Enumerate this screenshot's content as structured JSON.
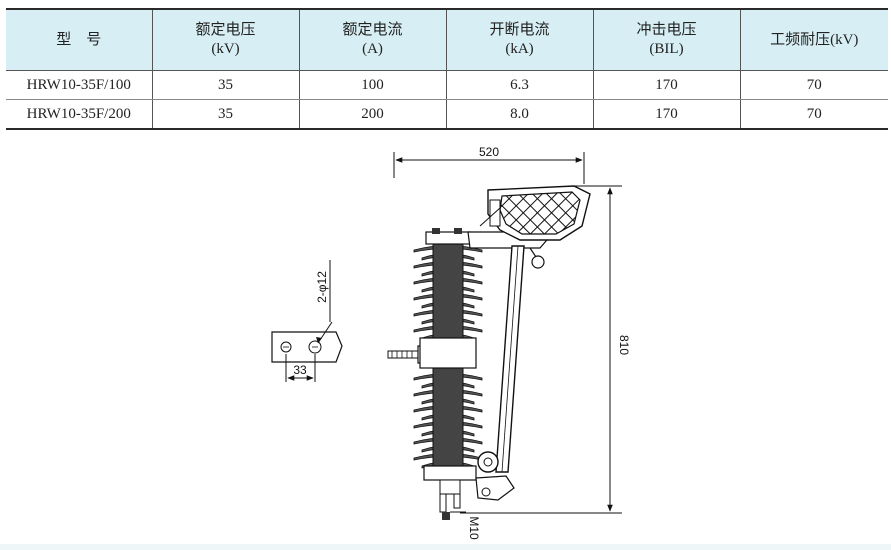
{
  "table": {
    "headers": [
      {
        "label": "型　号",
        "unit": ""
      },
      {
        "label": "额定电压",
        "unit": "(kV)"
      },
      {
        "label": "额定电流",
        "unit": "(A)"
      },
      {
        "label": "开断电流",
        "unit": "(kA)"
      },
      {
        "label": "冲击电压",
        "unit": "(BIL)"
      },
      {
        "label": "工频耐压(kV)",
        "unit": ""
      }
    ],
    "rows": [
      [
        "HRW10-35F/100",
        "35",
        "100",
        "6.3",
        "170",
        "70"
      ],
      [
        "HRW10-35F/200",
        "35",
        "200",
        "8.0",
        "170",
        "70"
      ]
    ]
  },
  "drawing": {
    "width_dim": "520",
    "height_dim": "810",
    "hole_label": "2-φ12",
    "hole_spacing": "33",
    "bolt_label": "M10"
  }
}
